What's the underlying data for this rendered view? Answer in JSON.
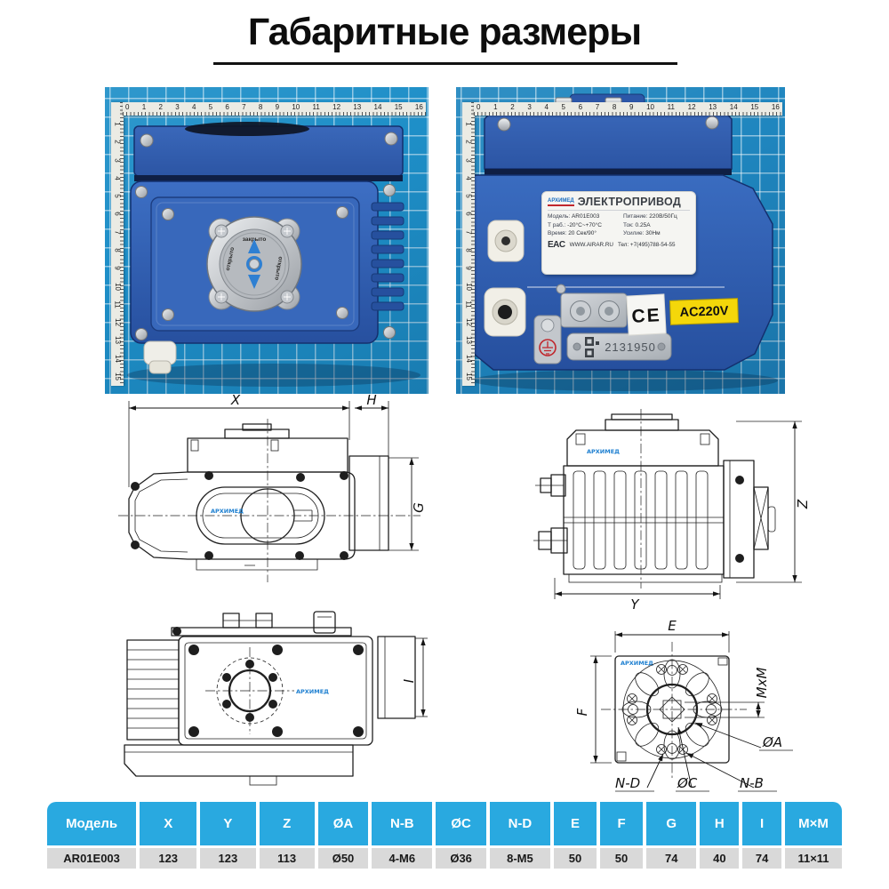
{
  "title": "Габаритные размеры",
  "ruler": {
    "top": [
      "0",
      "1",
      "2",
      "3",
      "4",
      "5",
      "6",
      "7",
      "8",
      "9",
      "10",
      "11",
      "12",
      "13",
      "14",
      "15",
      "16"
    ],
    "left": [
      "1",
      "2",
      "3",
      "4",
      "5",
      "6",
      "7",
      "8",
      "9",
      "10",
      "11",
      "12",
      "13",
      "14",
      "15"
    ]
  },
  "photos": {
    "front": {
      "dial": {
        "closed": "закрыто",
        "open_left": "открыто",
        "open_right": "открыто"
      }
    },
    "side": {
      "label": {
        "brand": "АРХИМЕД",
        "device": "ЭЛЕКТРОПРИВОД",
        "r1k": "Модель:",
        "r1v": "AR01E003",
        "r2k": "Питание:",
        "r2v": "220В/50Гц",
        "r3k": "Т раб.:",
        "r3v": "-20°C~+70°C",
        "r4k": "Ток:",
        "r4v": "0.25А",
        "r5k": "Время:",
        "r5v": "20 Сек/90°",
        "r6k": "Усилие:",
        "r6v": "30Нм",
        "eac": "EAC",
        "site": "WWW.AIRAR.RU",
        "phone": "Тел: +7(495)788-54-55"
      },
      "ce_mark": "CE",
      "voltage_sticker": "AC220V",
      "serial": "2131950"
    }
  },
  "drawings": {
    "logo": "АРХИМЕД",
    "labels": {
      "x": "X",
      "h": "H",
      "g": "G",
      "z": "Z",
      "y": "Y",
      "i": "I",
      "e": "E",
      "f": "F",
      "mxm": "MxM",
      "da": "ØA",
      "dc": "ØC",
      "nd": "N-D",
      "nb": "N-B"
    }
  },
  "table": {
    "columns": [
      "Модель",
      "X",
      "Y",
      "Z",
      "ØA",
      "N-B",
      "ØC",
      "N-D",
      "E",
      "F",
      "G",
      "H",
      "I",
      "M×M"
    ],
    "rows": [
      [
        "AR01E003",
        "123",
        "123",
        "113",
        "Ø50",
        "4-M6",
        "Ø36",
        "8-M5",
        "50",
        "50",
        "74",
        "40",
        "74",
        "11×11"
      ]
    ]
  },
  "colors": {
    "table_header": "#29a9e0",
    "table_row": "#d9d9d9",
    "cutting_mat": "#1e8fc8",
    "actuator_blue": "#2d5cab",
    "sticker_yellow": "#f2d400"
  }
}
